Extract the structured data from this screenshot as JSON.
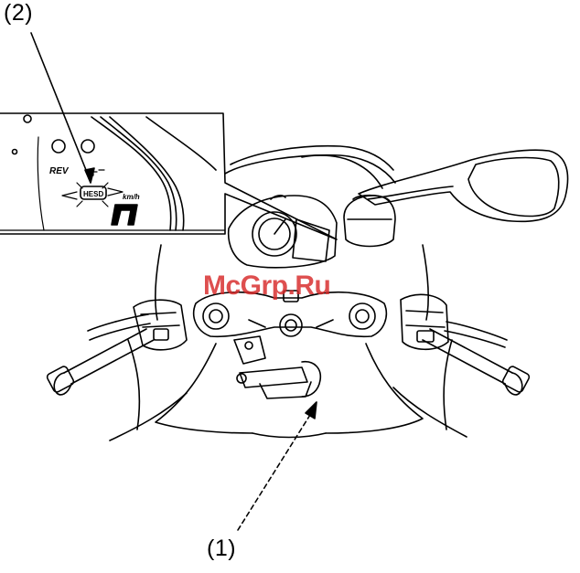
{
  "callouts": {
    "label_1": "(1)",
    "label_2": "(2)"
  },
  "watermark": "McGrp.Ru",
  "inset": {
    "rev_label": "REV",
    "indicator_label": "HESD",
    "speed_unit": "km/h",
    "gear_digit": "n"
  },
  "colors": {
    "line": "#000000",
    "background": "#ffffff",
    "watermark": "#d72828"
  }
}
